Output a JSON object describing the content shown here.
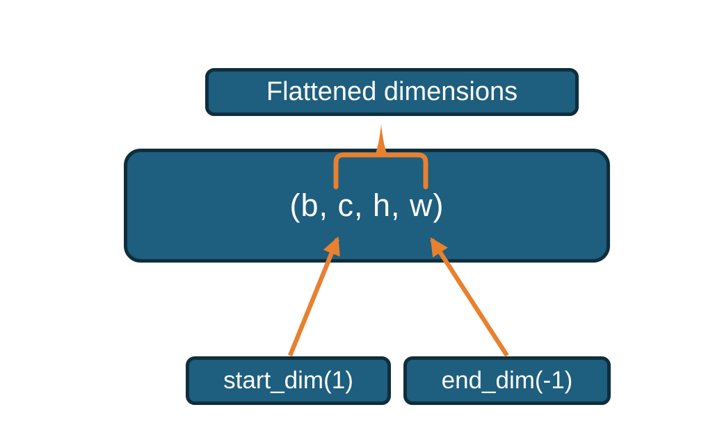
{
  "diagram": {
    "description": "Tensor flatten dimensions diagram",
    "nodes": {
      "title": {
        "label": "Flattened dimensions"
      },
      "tensor": {
        "label": "(b, c, h, w)"
      },
      "start": {
        "label": "start_dim(1)"
      },
      "end": {
        "label": "end_dim(-1)"
      }
    },
    "connectors": {
      "brace": "brace grouping c,h,w dims up to Flattened dimensions box",
      "start_arrow": "arrow from start_dim(1) to dim c",
      "end_arrow": "arrow from end_dim(-1) to dim w"
    },
    "colors": {
      "node_fill": "#1e5e7e",
      "node_border": "#0f2e3c",
      "connector_orange": "#e8802f",
      "text": "#fdfdfd",
      "background": "#ffffff"
    }
  }
}
